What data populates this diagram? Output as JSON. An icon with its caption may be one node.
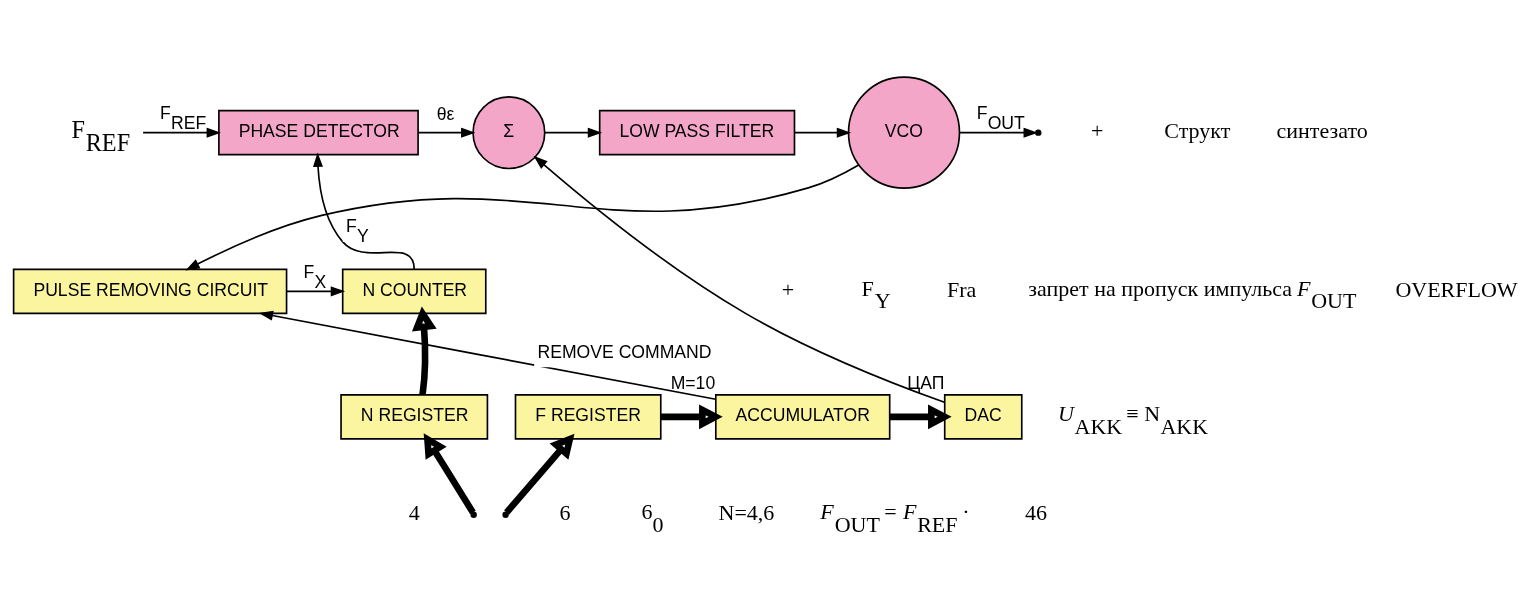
{
  "diagram": {
    "nodes": [
      {
        "text": [
          "PHASE DETECTOR"
        ]
      },
      {
        "text": [
          "Σ"
        ]
      },
      {
        "text": [
          "LOW PASS FILTER"
        ]
      },
      {
        "text": [
          "VCO"
        ]
      },
      {
        "text": [
          "PULSE REMOVING CIRCUIT"
        ]
      },
      {
        "text": [
          "N COUNTER"
        ]
      },
      {
        "text": [
          "N REGISTER"
        ]
      },
      {
        "text": [
          "F REGISTER"
        ]
      },
      {
        "text": [
          "ACCUMULATOR"
        ],
        "beside": [
          "M=10"
        ]
      },
      {
        "text": [
          "DAC"
        ],
        "beside": [
          "ЦАП"
        ]
      },
      {
        "text": [
          "F$_{REF}$"
        ]
      }
    ],
    "edges": [
      {
        "from": 10,
        "to": 0,
        "arrow": "to",
        "label": "F$_{REF}$"
      },
      {
        "from": 0,
        "to": 1,
        "arrow": "to",
        "label": "θε"
      },
      {
        "from": 1,
        "to": 2,
        "arrow": "to"
      },
      {
        "from": 2,
        "to": 3,
        "arrow": "to"
      },
      {
        "from": 3,
        "to": null,
        "arrow": "to",
        "label": "F$_{OUT}$"
      },
      {
        "from": 3,
        "to": 4,
        "arrow": "to"
      },
      {
        "from": 9,
        "to": 1,
        "arrow": "to"
      },
      {
        "from": 4,
        "to": 5,
        "arrow": "to",
        "label": "F$_{X}$"
      },
      {
        "from": 5,
        "to": 0,
        "arrow": "to",
        "label": "F$_{Y}$"
      },
      {
        "from": 6,
        "to": 5,
        "arrow": "to",
        "style": "thick"
      },
      {
        "from": 7,
        "to": 8,
        "arrow": "to",
        "style": "thick"
      },
      {
        "from": 8,
        "to": 9,
        "arrow": "to",
        "style": "thick"
      },
      {
        "from": 8,
        "to": 4,
        "arrow": "to",
        "label": "REMOVE COMMAND"
      },
      {
        "from": null,
        "to": 6,
        "arrow": "to",
        "style": "thick"
      },
      {
        "from": null,
        "to": 7,
        "arrow": "to",
        "style": "thick"
      }
    ],
    "labels": [
      "+",
      "+",
      "F$_{Y}$",
      "Структ",
      "синтезато",
      "Fra",
      "запрет на пропуск импульса *F*$_{OUT}$",
      "OVERFLOW",
      "*U*$_{AKK}$ ≡ N$_{AKK}$",
      "4",
      "6",
      "6$_{0}$",
      "N=4,6",
      "*F*$_{OUT}$ = *F*$_{REF}$ ·",
      "46"
    ]
  }
}
